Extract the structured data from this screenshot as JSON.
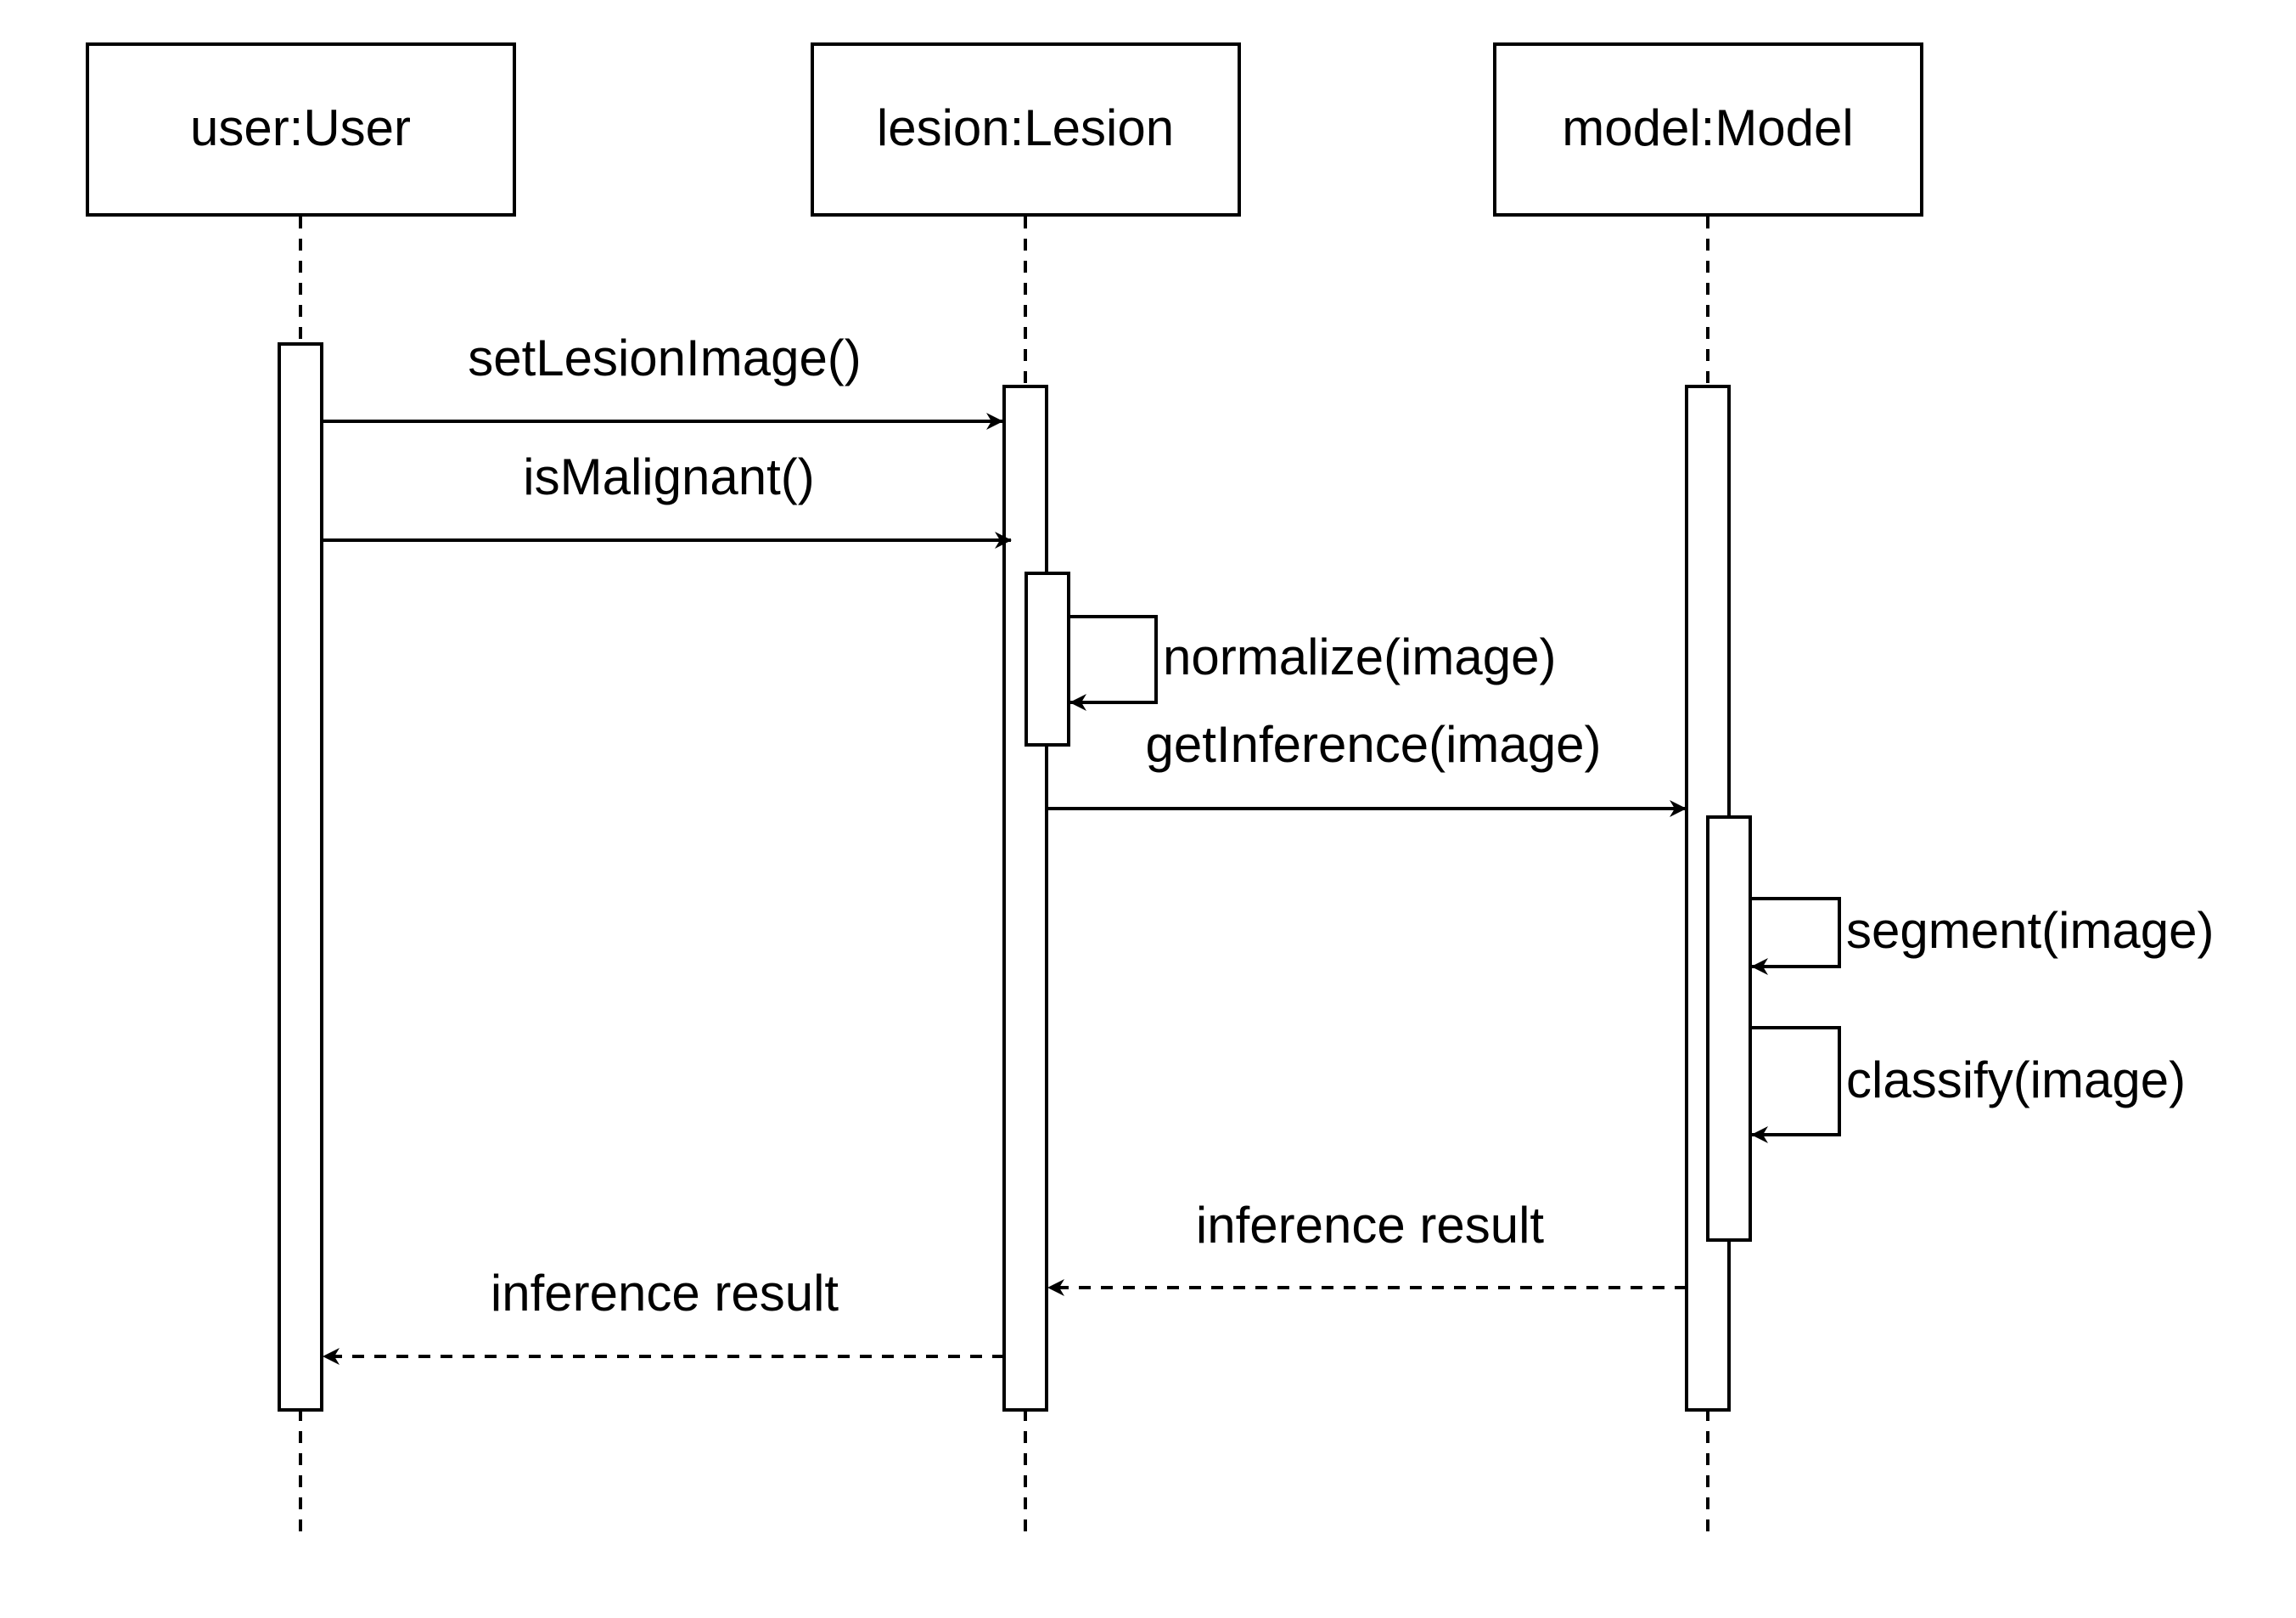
{
  "participants": [
    {
      "id": "user",
      "label": "user:User"
    },
    {
      "id": "lesion",
      "label": "lesion:Lesion"
    },
    {
      "id": "model",
      "label": "model:Model"
    }
  ],
  "messages": [
    {
      "label": "setLesionImage()",
      "from": "user",
      "to": "lesion",
      "kind": "sync"
    },
    {
      "label": "isMalignant()",
      "from": "user",
      "to": "lesion",
      "kind": "sync"
    },
    {
      "label": "normalize(image)",
      "from": "lesion",
      "to": "lesion",
      "kind": "self"
    },
    {
      "label": "getInference(image)",
      "from": "lesion",
      "to": "model",
      "kind": "sync"
    },
    {
      "label": "segment(image)",
      "from": "model",
      "to": "model",
      "kind": "self"
    },
    {
      "label": "classify(image)",
      "from": "model",
      "to": "model",
      "kind": "self"
    },
    {
      "label": "inference result",
      "from": "model",
      "to": "lesion",
      "kind": "return"
    },
    {
      "label": "inference result",
      "from": "lesion",
      "to": "user",
      "kind": "return"
    }
  ]
}
